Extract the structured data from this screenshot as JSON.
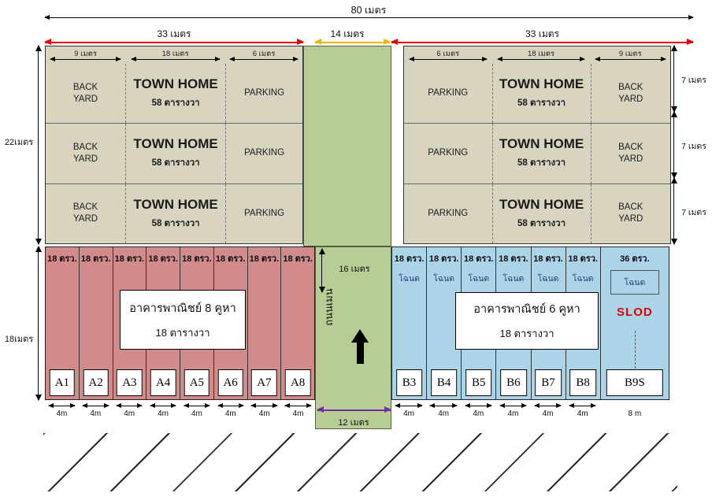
{
  "colors": {
    "tan": "#d8d4c0",
    "green": "#b8cd95",
    "pink": "#d28b8b",
    "blue": "#abd4e8",
    "red_arrow": "#e60000",
    "yellow_arrow": "#f0b800",
    "purple_arrow": "#7030a0",
    "deed_blue": "#23407a",
    "slod_red": "#e00000"
  },
  "dims": {
    "total_width": "80 เมตร",
    "left_section": "33 เมตร",
    "road_top": "14 เมตร",
    "right_section": "33 เมตร",
    "top_height": "22เมตร",
    "bottom_height": "18เมตร",
    "row_height": "7 เมตร",
    "road_mid": "16 เมตร",
    "road_bottom": "12 เมตร"
  },
  "top_left_block": {
    "col_dims": [
      "9 เมตร",
      "18 เมตร",
      "6 เมตร"
    ]
  },
  "top_right_block": {
    "col_dims": [
      "6 เมตร",
      "18 เมตร",
      "9 เมตร"
    ]
  },
  "cells": {
    "back_yard": [
      "BACK",
      "YARD"
    ],
    "townhome": "TOWN HOME",
    "townhome_area": "58 ตารางวา",
    "parking": "PARKING"
  },
  "plots_a": {
    "area": "18 ตรว.",
    "width": "4m",
    "units": [
      "A1",
      "A2",
      "A3",
      "A4",
      "A5",
      "A6",
      "A7",
      "A8"
    ],
    "overlay": [
      "อาคารพาณิชย์ 8 คูหา",
      "18 ตารางวา"
    ]
  },
  "plots_b": {
    "area": "18 ตรว.",
    "deed": "โฉนด",
    "width": "4m",
    "units": [
      "B3",
      "B4",
      "B5",
      "B6",
      "B7",
      "B8"
    ],
    "overlay": [
      "อาคารพาณิชย์ 6 คูหา",
      "18 ตารางวา"
    ],
    "b9s": {
      "area": "36 ตรว.",
      "deed": "โฉนด",
      "unit": "B9S",
      "width": "8 m",
      "note": "SLOD"
    }
  },
  "road": {
    "name": "ถนนเมน"
  }
}
